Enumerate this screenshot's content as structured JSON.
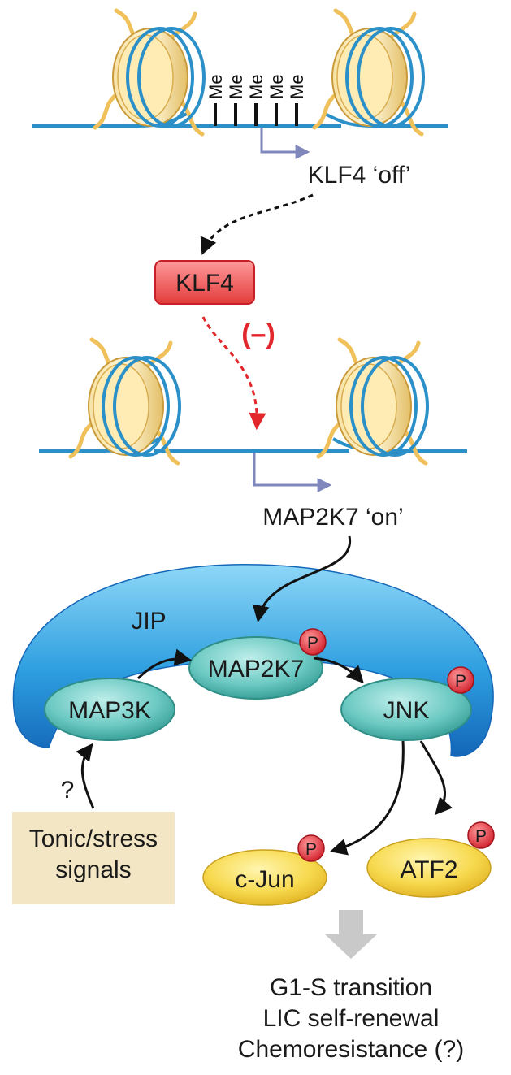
{
  "top": {
    "methyl_label": "Me",
    "klf4_off": "KLF4 ‘off’"
  },
  "klf4": {
    "label": "KLF4",
    "inhibition": "(–)"
  },
  "middle": {
    "map2k7_on": "MAP2K7 ‘on’"
  },
  "jip": {
    "label": "JIP"
  },
  "nodes": {
    "map3k": "MAP3K",
    "map2k7": "MAP2K7",
    "jnk": "JNK",
    "cjun": "c-Jun",
    "atf2": "ATF2"
  },
  "phospho": {
    "label": "P"
  },
  "signals": {
    "line1": "Tonic/stress",
    "line2": "signals",
    "question": "?"
  },
  "outcomes": [
    "G1-S transition",
    "LIC self-renewal",
    "Chemoresistance (?)"
  ],
  "colors": {
    "dna": "#2b8fc8",
    "klf4_box": "#f06262",
    "inhibition": "#e3262b",
    "jip": "#2e9fe0",
    "kinase": "#6cc9c3",
    "transcription_factor": "#f7d94e",
    "phospho": "#d01d2a",
    "signals_box": "#f3e6c4"
  }
}
